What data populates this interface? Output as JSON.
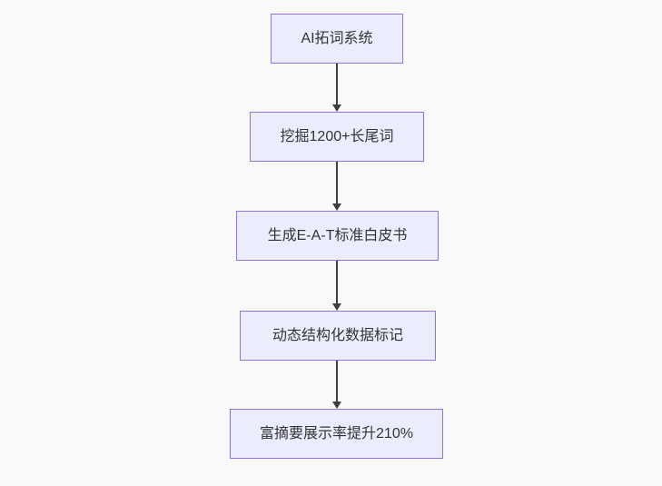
{
  "colors": {
    "bg": "#f9f9f9",
    "node_fill": "#ececff",
    "node_border": "#9370db",
    "text": "#333333",
    "arrow": "#3f3f3f"
  },
  "diagram": {
    "type": "flowchart",
    "direction": "top-down",
    "nodes": [
      {
        "label": "AI拓词系统"
      },
      {
        "label": "挖掘1200+长尾词"
      },
      {
        "label": "生成E-A-T标准白皮书"
      },
      {
        "label": "动态结构化数据标记"
      },
      {
        "label": "富摘要展示率提升210%"
      }
    ],
    "edges": [
      {
        "from": 0,
        "to": 1
      },
      {
        "from": 1,
        "to": 2
      },
      {
        "from": 2,
        "to": 3
      },
      {
        "from": 3,
        "to": 4
      }
    ]
  }
}
